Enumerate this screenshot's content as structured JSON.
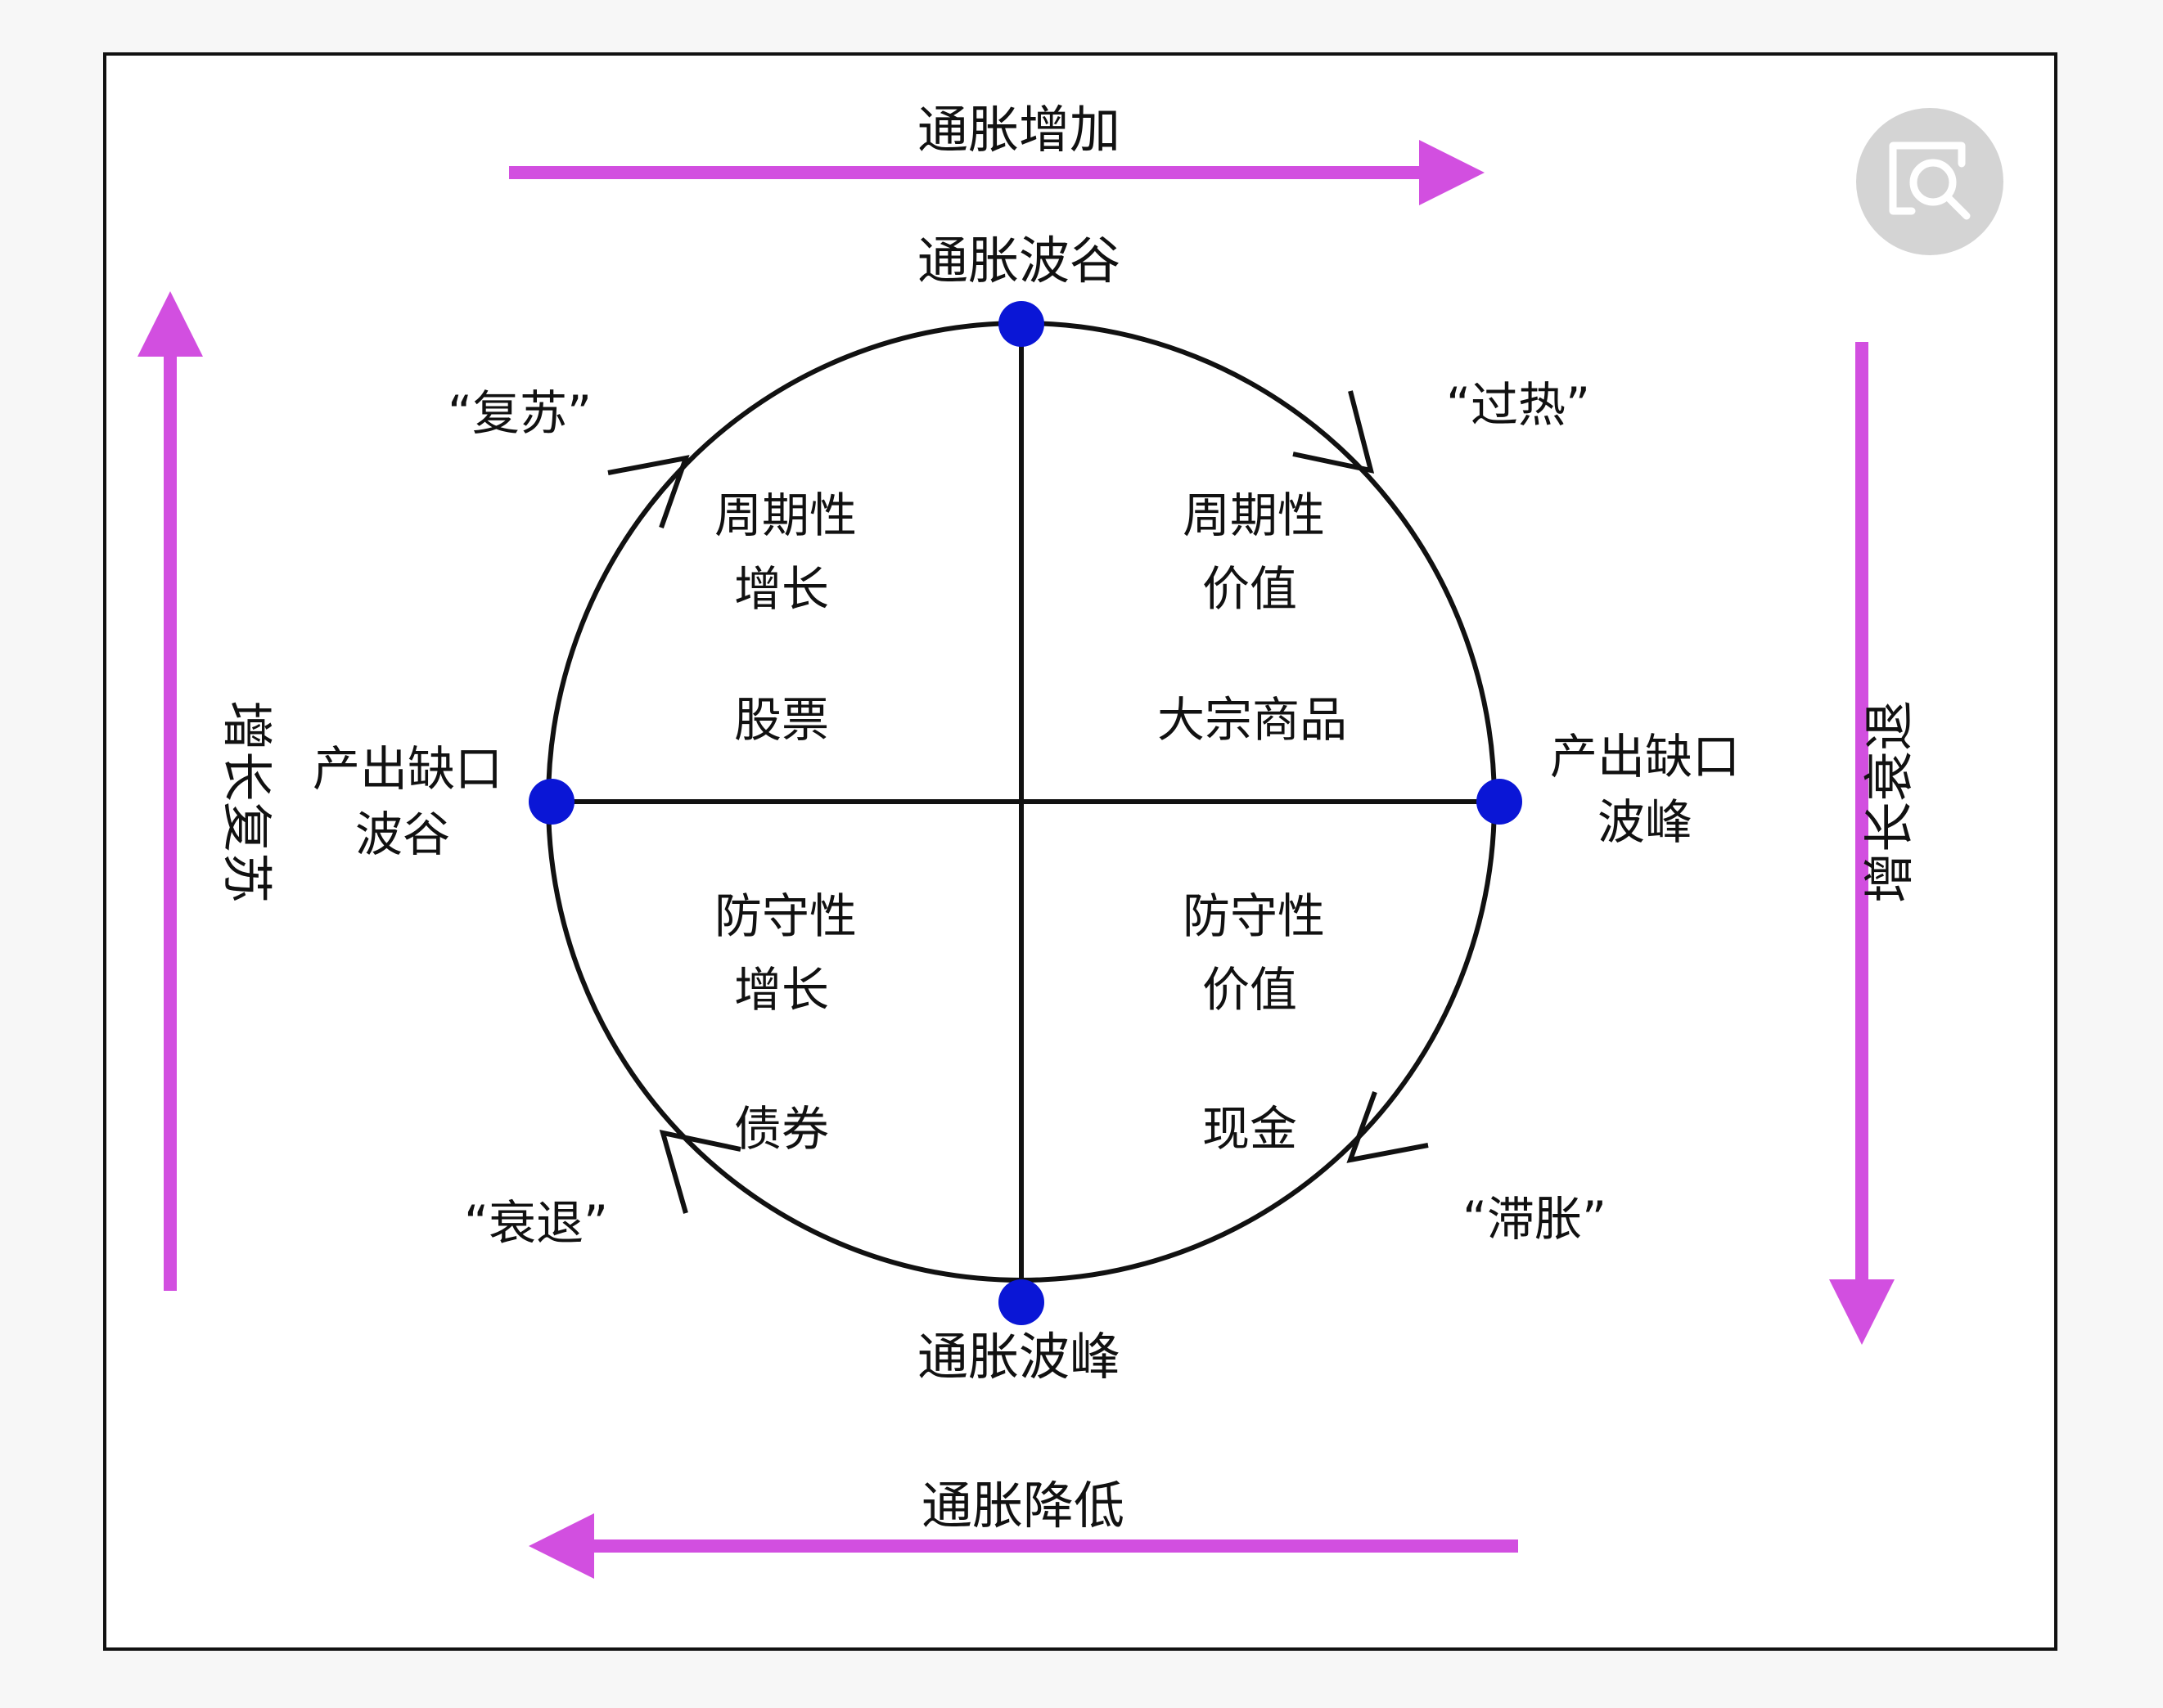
{
  "colors": {
    "accent_arrow": "#d24fe0",
    "node": "#0a16d6",
    "line": "#111111",
    "frame": "#111111",
    "background": "#ffffff",
    "page": "#f7f7f7",
    "zoom_button": "#d4d4d4"
  },
  "arrows": {
    "top": "通胀增加",
    "bottom": "通胀降低",
    "left": "增长复苏",
    "right": "增长衰退"
  },
  "nodes": {
    "top": "通胀波谷",
    "bottom": "通胀波峰",
    "left": [
      "产出缺口",
      "波谷"
    ],
    "right": [
      "产出缺口",
      "波峰"
    ]
  },
  "phases": {
    "top_left": "“复苏”",
    "top_right": "“过热”",
    "bottom_left": "“衰退”",
    "bottom_right": "“滞胀”"
  },
  "quadrants": {
    "top_left": {
      "style": [
        "周期性",
        "增长"
      ],
      "asset": "股票"
    },
    "top_right": {
      "style": [
        "周期性",
        "价值"
      ],
      "asset": "大宗商品"
    },
    "bottom_left": {
      "style": [
        "防守性",
        "增长"
      ],
      "asset": "债券"
    },
    "bottom_right": {
      "style": [
        "防守性",
        "价值"
      ],
      "asset": "现金"
    }
  },
  "icons": {
    "zoom": "image-search-icon"
  }
}
